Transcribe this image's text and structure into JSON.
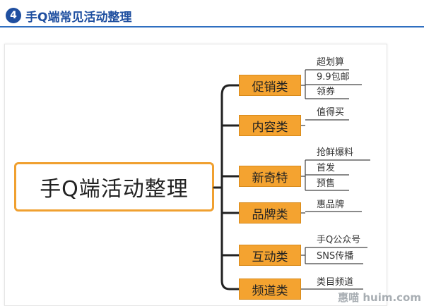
{
  "header": {
    "step_number": "4",
    "title": "手Q端常见活动整理"
  },
  "diagram": {
    "root": "手Q端活动整理",
    "categories": [
      {
        "label": "促销类",
        "leaves": [
          "超划算",
          "9.9包邮",
          "领券"
        ]
      },
      {
        "label": "内容类",
        "leaves": [
          "值得买"
        ]
      },
      {
        "label": "新奇特",
        "leaves": [
          "抢鲜爆料",
          "首发",
          "预售"
        ]
      },
      {
        "label": "品牌类",
        "leaves": [
          "惠品牌"
        ]
      },
      {
        "label": "互动类",
        "leaves": [
          "手Q公众号",
          "SNS传播"
        ]
      },
      {
        "label": "频道类",
        "leaves": [
          "类目频道"
        ]
      }
    ]
  },
  "watermark": "惠喵 huim.com",
  "colors": {
    "accent_blue": "#1f4fa0",
    "category_fill": "#f4a330",
    "root_border": "#f0a030"
  }
}
